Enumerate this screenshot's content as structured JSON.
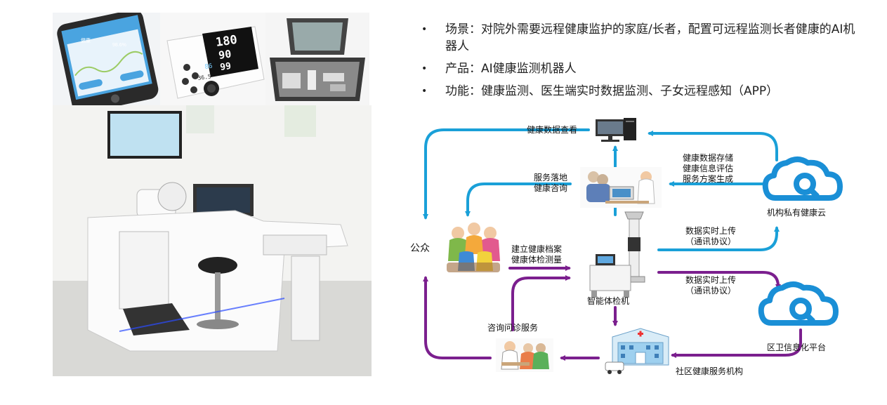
{
  "bullets": [
    "场景：对院外需要远程健康监护的家庭/长者，配置可远程监测长者健康的AI机器人",
    "产品：AI健康监测机器人",
    "功能：健康监测、医生端实时数据监测、子女远程感知（APP）"
  ],
  "phone_screen": {
    "line1": "健康",
    "line2": "98.6%"
  },
  "bp_monitor": {
    "sys": "180",
    "dia": "90",
    "pulse": "99",
    "temp": "86",
    "aux": "36.5"
  },
  "diagram": {
    "health_data_view": "健康数据查看",
    "cloud_services": [
      "健康数据存储",
      "健康信息评估",
      "服务方案生成"
    ],
    "private_cloud": "机构私有健康云",
    "service_landing": [
      "服务落地",
      "健康咨询"
    ],
    "public": "公众",
    "build_records": [
      "建立健康档案",
      "健康体检测量"
    ],
    "upload_1": [
      "数据实时上传",
      "（通讯协议）"
    ],
    "upload_2": [
      "数据实时上传",
      "（通讯协议）"
    ],
    "smart_machine": "智能体检机",
    "regional_platform": "区卫信息化平台",
    "consult_service": "咨询问诊服务",
    "community_org": "社区健康服务机构"
  },
  "colors": {
    "blue_arrow": "#1aa0d8",
    "purple_arrow": "#7b1f8e",
    "cloud": "#1a8fd6"
  }
}
